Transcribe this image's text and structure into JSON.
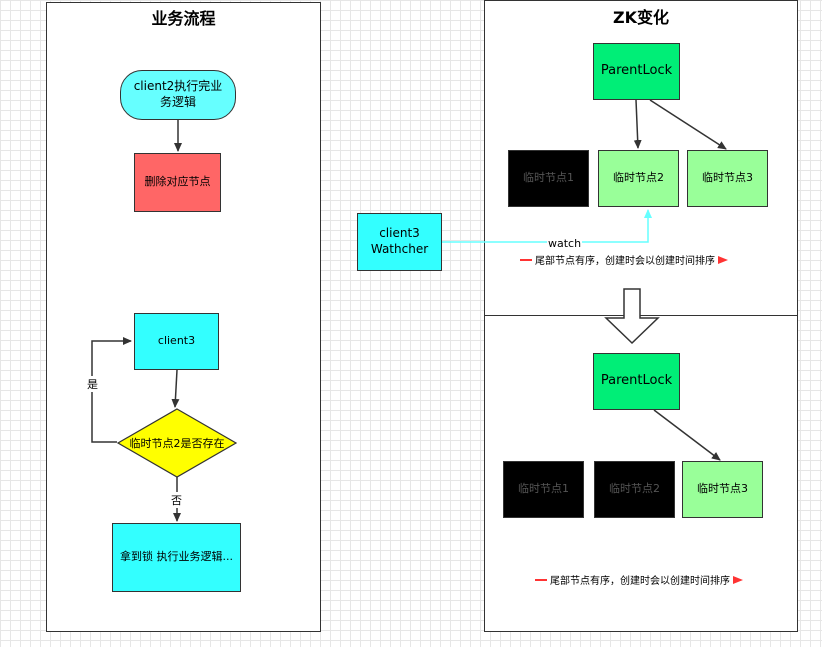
{
  "left_panel": {
    "title": "业务流程",
    "start": "client2执行完业务逻辑",
    "delete": "删除对应节点",
    "client3": "client3",
    "decision": "临时节点2是否存在",
    "yes": "是",
    "no": "否",
    "final": "拿到锁 执行业务逻辑..."
  },
  "watcher": {
    "label": "client3\nWathcher",
    "edge": "watch"
  },
  "right_top": {
    "title": "ZK变化",
    "parent": "ParentLock",
    "nodes": [
      "临时节点1",
      "临时节点2",
      "临时节点3"
    ],
    "note": "尾部节点有序，创建时会以创建时间排序"
  },
  "right_bottom": {
    "parent": "ParentLock",
    "nodes": [
      "临时节点1",
      "临时节点2",
      "临时节点3"
    ],
    "note": "尾部节点有序，创建时会以创建时间排序"
  },
  "colors": {
    "cyan": "#33ffff",
    "red": "#ff6666",
    "yellow": "#ffff00",
    "parent_green": "#00ee77",
    "light_green": "#99ff99",
    "note_red": "#ff3333",
    "watch_line": "#66ffff"
  }
}
